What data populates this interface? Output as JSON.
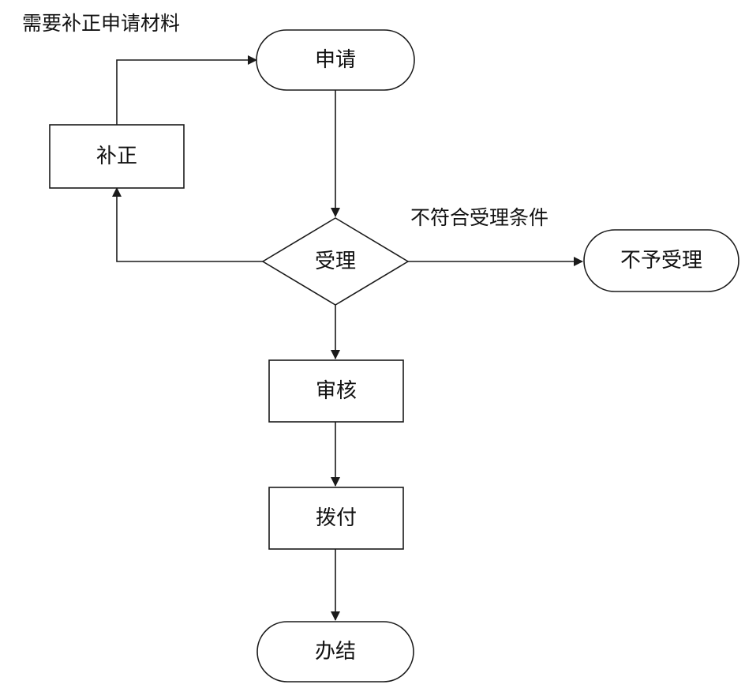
{
  "nodes": {
    "apply": "申请",
    "correction": "补正",
    "accept": "受理",
    "reject": "不予受理",
    "review": "审核",
    "payment": "拨付",
    "complete": "办结"
  },
  "edge_labels": {
    "need_correction": "需要补正申请材料",
    "not_eligible": "不符合受理条件"
  },
  "colors": {
    "stroke": "#1a1a1a",
    "fill": "#ffffff",
    "text": "#111111"
  }
}
